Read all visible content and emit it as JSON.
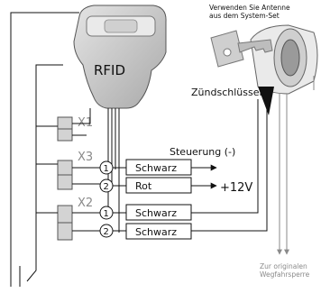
{
  "key": {
    "label": "RFID"
  },
  "antenna_note": {
    "line1": "Verwenden Sie Antenne",
    "line2": "aus dem System-Set"
  },
  "ignition_key_label": "Zündschlüssel",
  "connectors": [
    {
      "label": "X1"
    },
    {
      "label": "X3"
    },
    {
      "label": "X2"
    }
  ],
  "control_label": "Steuerung (-)",
  "plus12_label": "+12V",
  "pins": [
    {
      "num": "1",
      "color": "Schwarz"
    },
    {
      "num": "2",
      "color": "Rot"
    },
    {
      "num": "1",
      "color": "Schwarz"
    },
    {
      "num": "2",
      "color": "Schwarz"
    }
  ],
  "destination": {
    "line1": "Zur originalen",
    "line2": "Wegfahrsperre"
  },
  "colors": {
    "line": "#111111",
    "connector_fill": "#d3d3d3",
    "key_fill": "#c8c8c8",
    "gray_text": "#8a8a8a"
  }
}
